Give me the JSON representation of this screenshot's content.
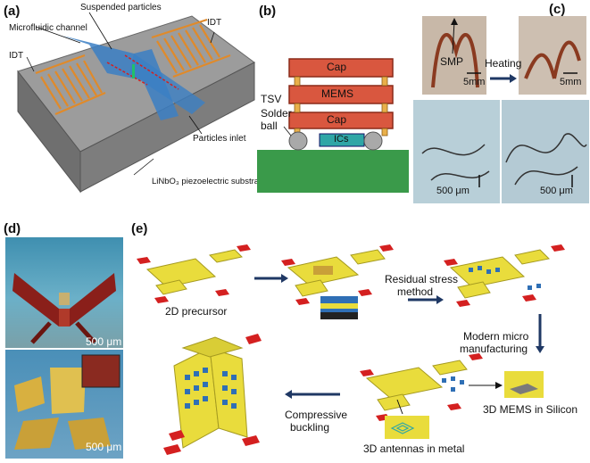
{
  "panels": {
    "a": {
      "label": "(a)",
      "texts": {
        "suspended": "Suspended particles",
        "idt_right": "IDT",
        "idt_left": "IDT",
        "channel": "Microfluidic channel",
        "inlet": "Particles inlet",
        "substrate": "LiNbO₃ piezoelectric substrate"
      }
    },
    "b": {
      "label": "(b)",
      "texts": {
        "cap_top": "Cap",
        "mems": "MEMS",
        "cap_bottom": "Cap",
        "ics": "ICs",
        "tsv": "TSV",
        "solder1": "Solder",
        "solder2": "ball"
      }
    },
    "c": {
      "label": "(c)",
      "texts": {
        "smp": "SMP",
        "heating": "Heating",
        "scale1": "5mm",
        "scale2": "5mm",
        "scale3": "500 μm",
        "scale4": "500 μm"
      }
    },
    "d": {
      "label": "(d)",
      "texts": {
        "scale1": "500 μm",
        "scale2": "500 μm"
      }
    },
    "e": {
      "label": "(e)",
      "texts": {
        "precursor": "2D precursor",
        "residual1": "Residual stress",
        "residual2": "method",
        "modern1": "Modern micro",
        "modern2": "manufacturing",
        "mems3d": "3D MEMS in Silicon",
        "antennas": "3D antennas in metal",
        "compressive1": "Compressive",
        "compressive2": "buckling"
      }
    }
  },
  "colors": {
    "substrate_gray": "#8a8a8a",
    "channel_blue": "#3b7fc4",
    "electrode_orange": "#e08a2a",
    "cap_red": "#d9573f",
    "board_green": "#3a9a4a",
    "pad_red": "#d42020",
    "sheet_yellow": "#e9dc3c",
    "arrow_navy": "#1f3864",
    "mems_blue": "#2f6fb5"
  }
}
